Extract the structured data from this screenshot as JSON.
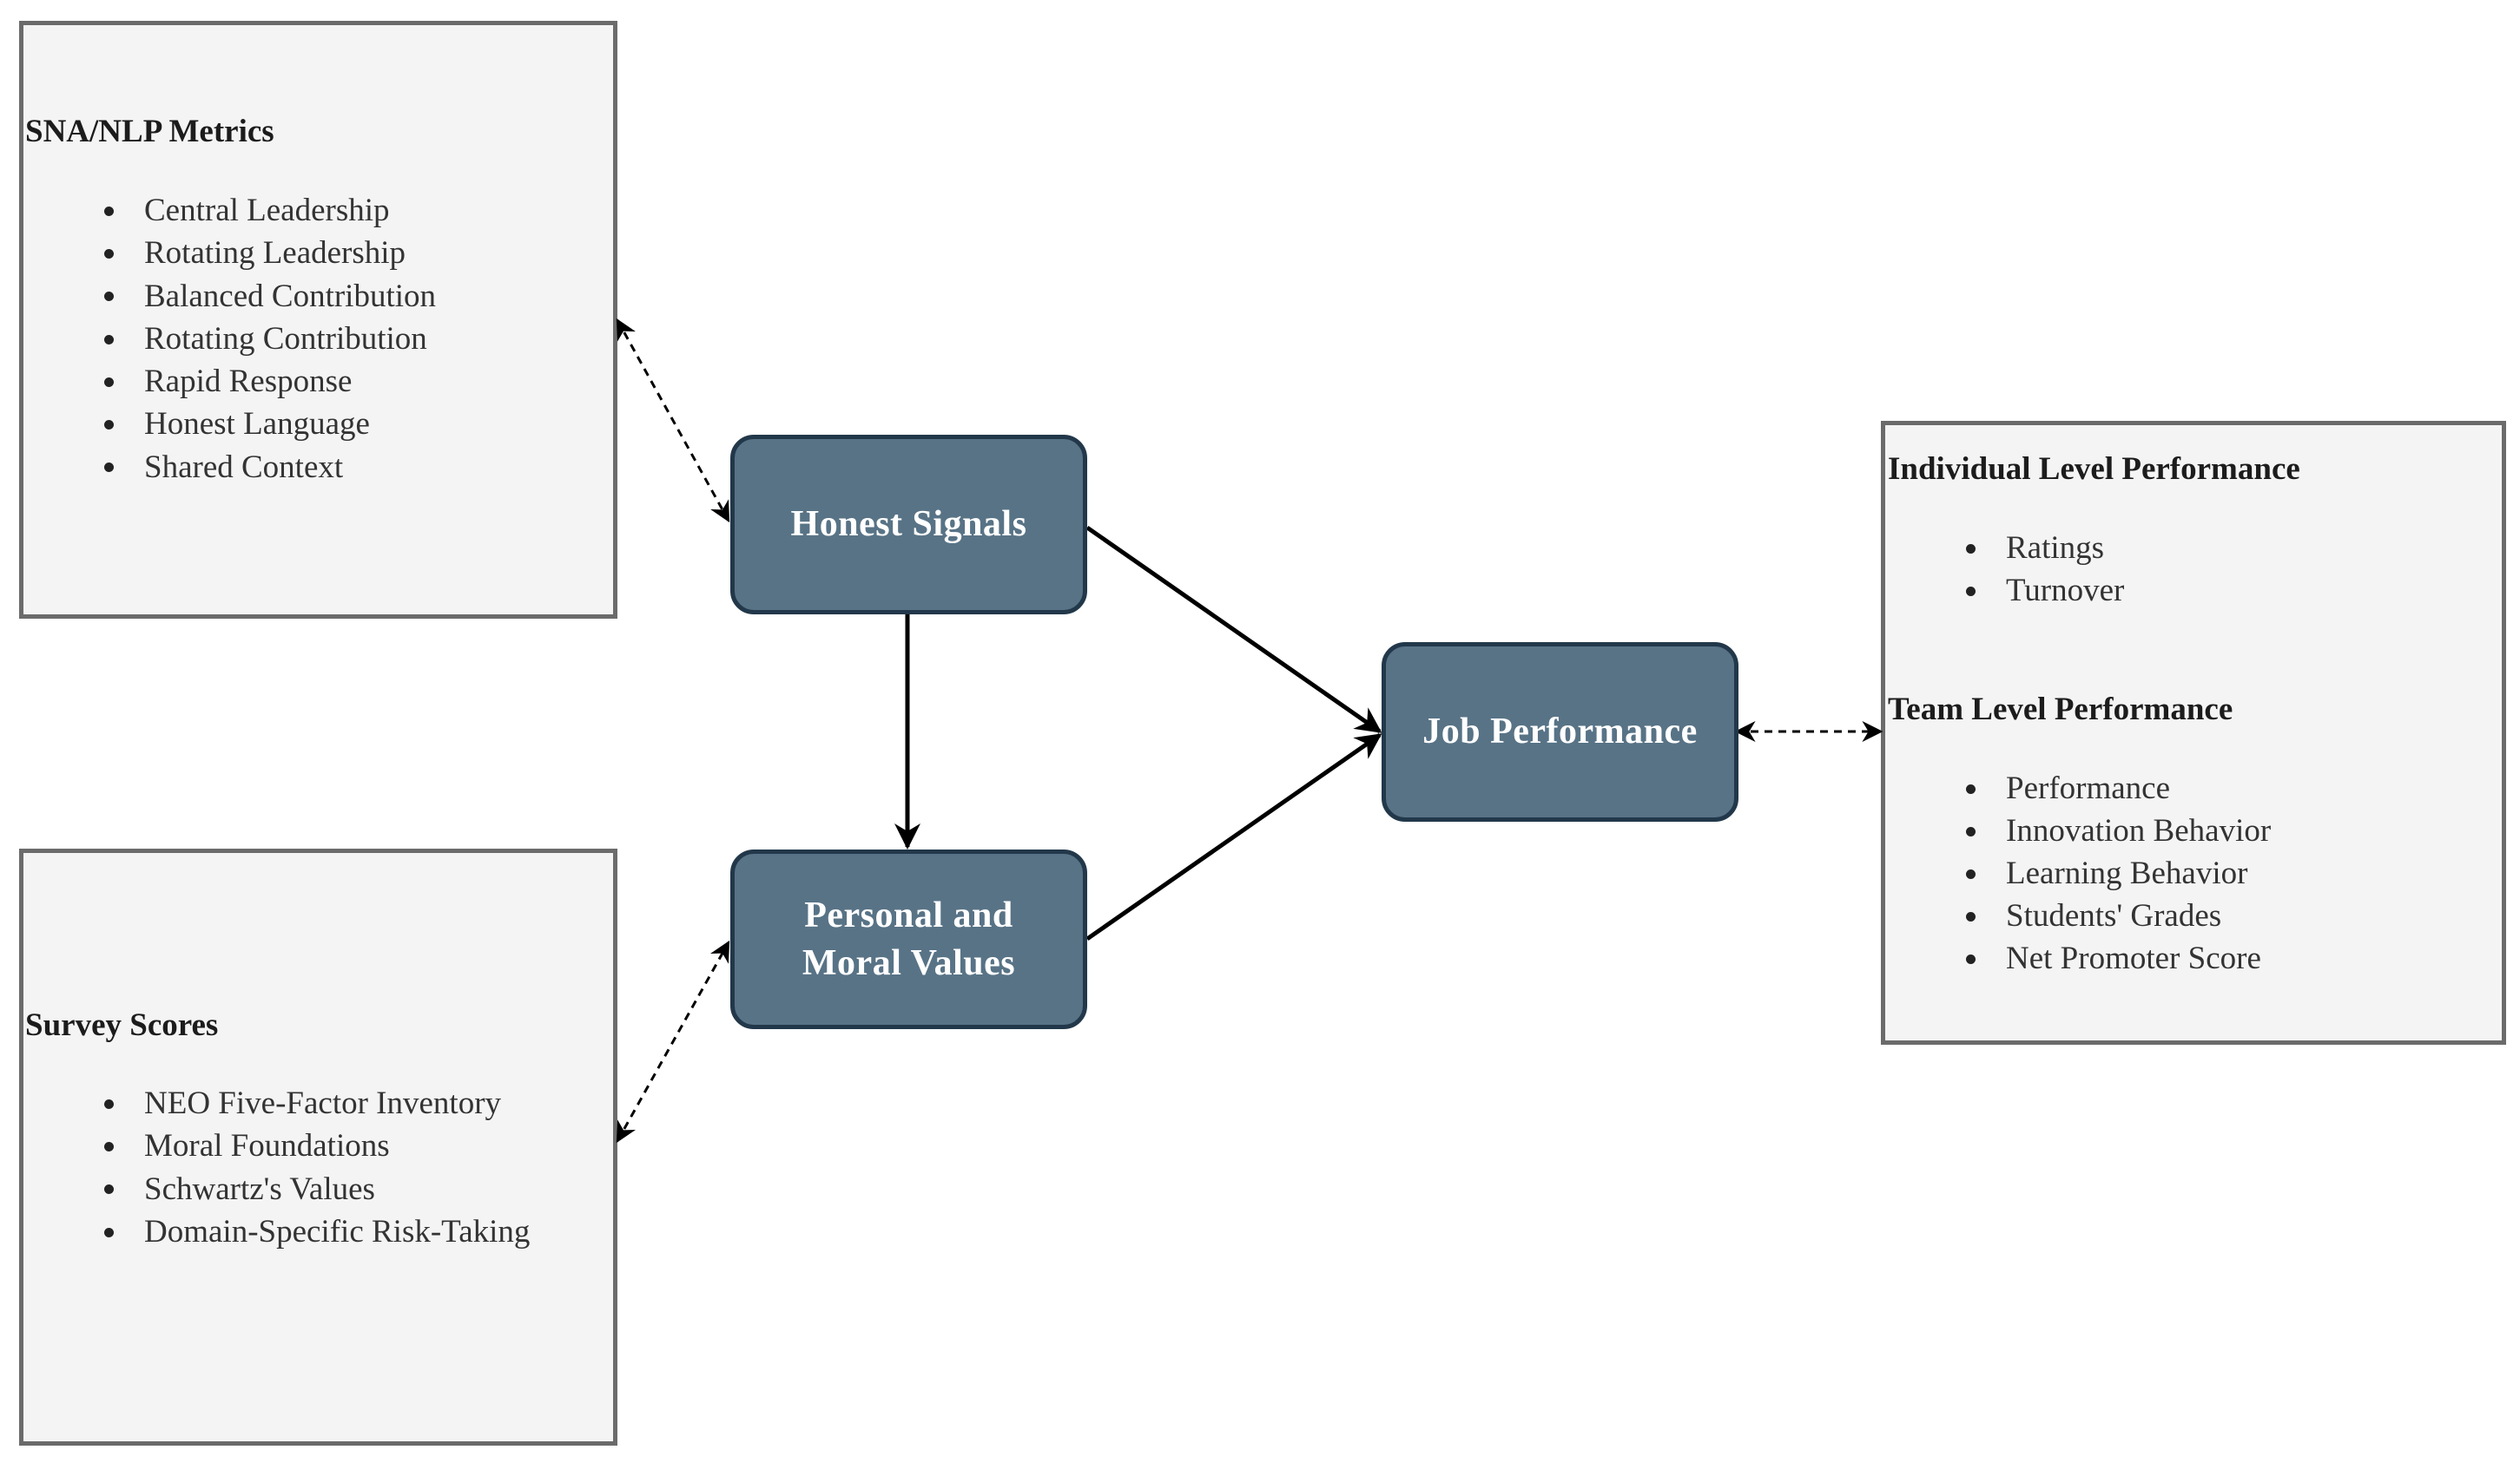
{
  "sna_box": {
    "title": "SNA/NLP Metrics",
    "items": [
      "Central Leadership",
      "Rotating Leadership",
      "Balanced Contribution",
      "Rotating Contribution",
      "Rapid Response",
      "Honest Language",
      "Shared Context"
    ]
  },
  "survey_box": {
    "title": "Survey Scores",
    "items": [
      "NEO Five-Factor Inventory",
      "Moral Foundations",
      "Schwartz's Values",
      "Domain-Specific Risk-Taking"
    ]
  },
  "performance_box": {
    "individual_title": "Individual Level Performance",
    "individual_items": [
      "Ratings",
      "Turnover"
    ],
    "team_title": "Team Level Performance",
    "team_items": [
      "Performance",
      "Innovation Behavior",
      "Learning Behavior",
      "Students' Grades",
      "Net Promoter Score"
    ]
  },
  "nodes": {
    "honest_signals": "Honest Signals",
    "personal_values_line1": "Personal and",
    "personal_values_line2": "Moral Values",
    "job_performance": "Job Performance"
  },
  "colors": {
    "node_fill": "#587386",
    "node_border": "#22384a",
    "box_fill": "#f4f4f4",
    "box_border": "#6b6b6b"
  }
}
